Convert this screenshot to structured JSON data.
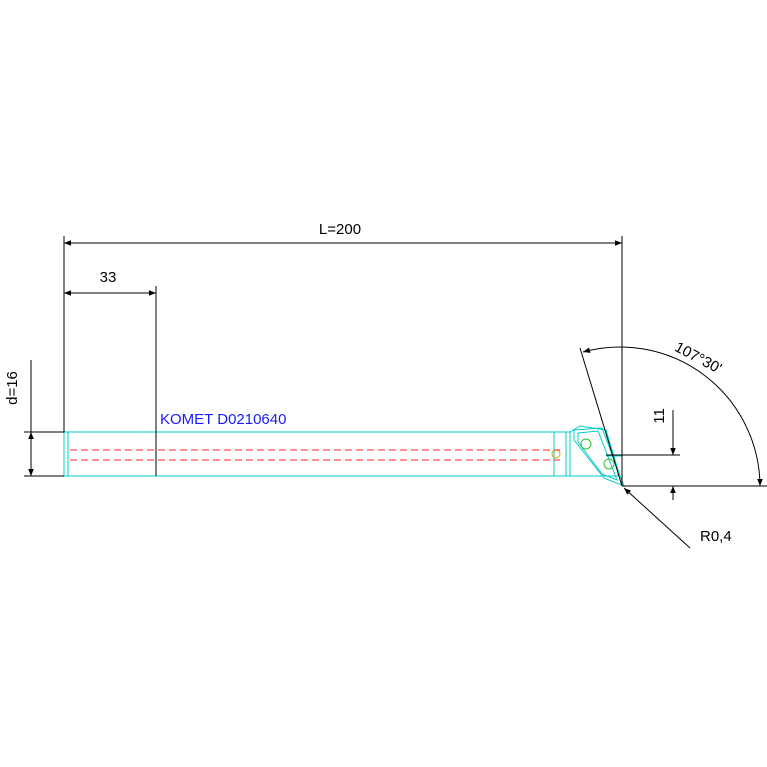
{
  "drawing": {
    "label": "KOMET D0210640",
    "dimensions": {
      "length": "L=200",
      "clamp_length": "33",
      "diameter": "d=16",
      "height": "11",
      "angle": "107°30'",
      "radius": "R0,4"
    },
    "colors": {
      "dimension": "#000000",
      "outline": "#00cccc",
      "axis": "#ff2020",
      "label": "#1a1aff"
    }
  }
}
